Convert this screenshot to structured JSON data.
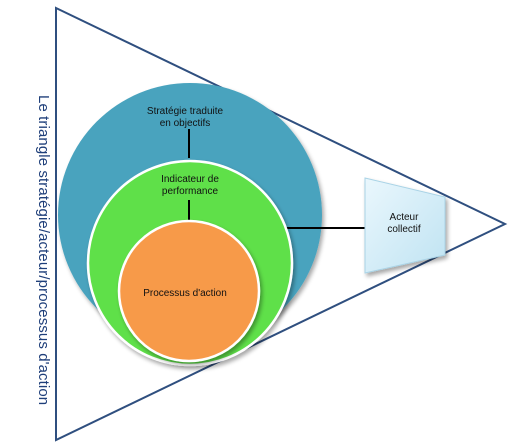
{
  "side_title": "Le triangle stratégie/acteur/processus d'action",
  "circles": {
    "outer": {
      "lines": [
        "Stratégie traduite",
        "en objectifs"
      ],
      "color": "#4aa3be"
    },
    "middle": {
      "lines": [
        "Indicateur de",
        "performance"
      ],
      "color": "#5fe04a"
    },
    "inner": {
      "lines": [
        "Processus d'action"
      ],
      "color": "#f79a4a"
    }
  },
  "actor": {
    "lines": [
      "Acteur",
      "collectif"
    ],
    "color": "#d7eef8"
  },
  "colors": {
    "triangle_stroke": "#2f4f7f",
    "connector": "#000000"
  }
}
